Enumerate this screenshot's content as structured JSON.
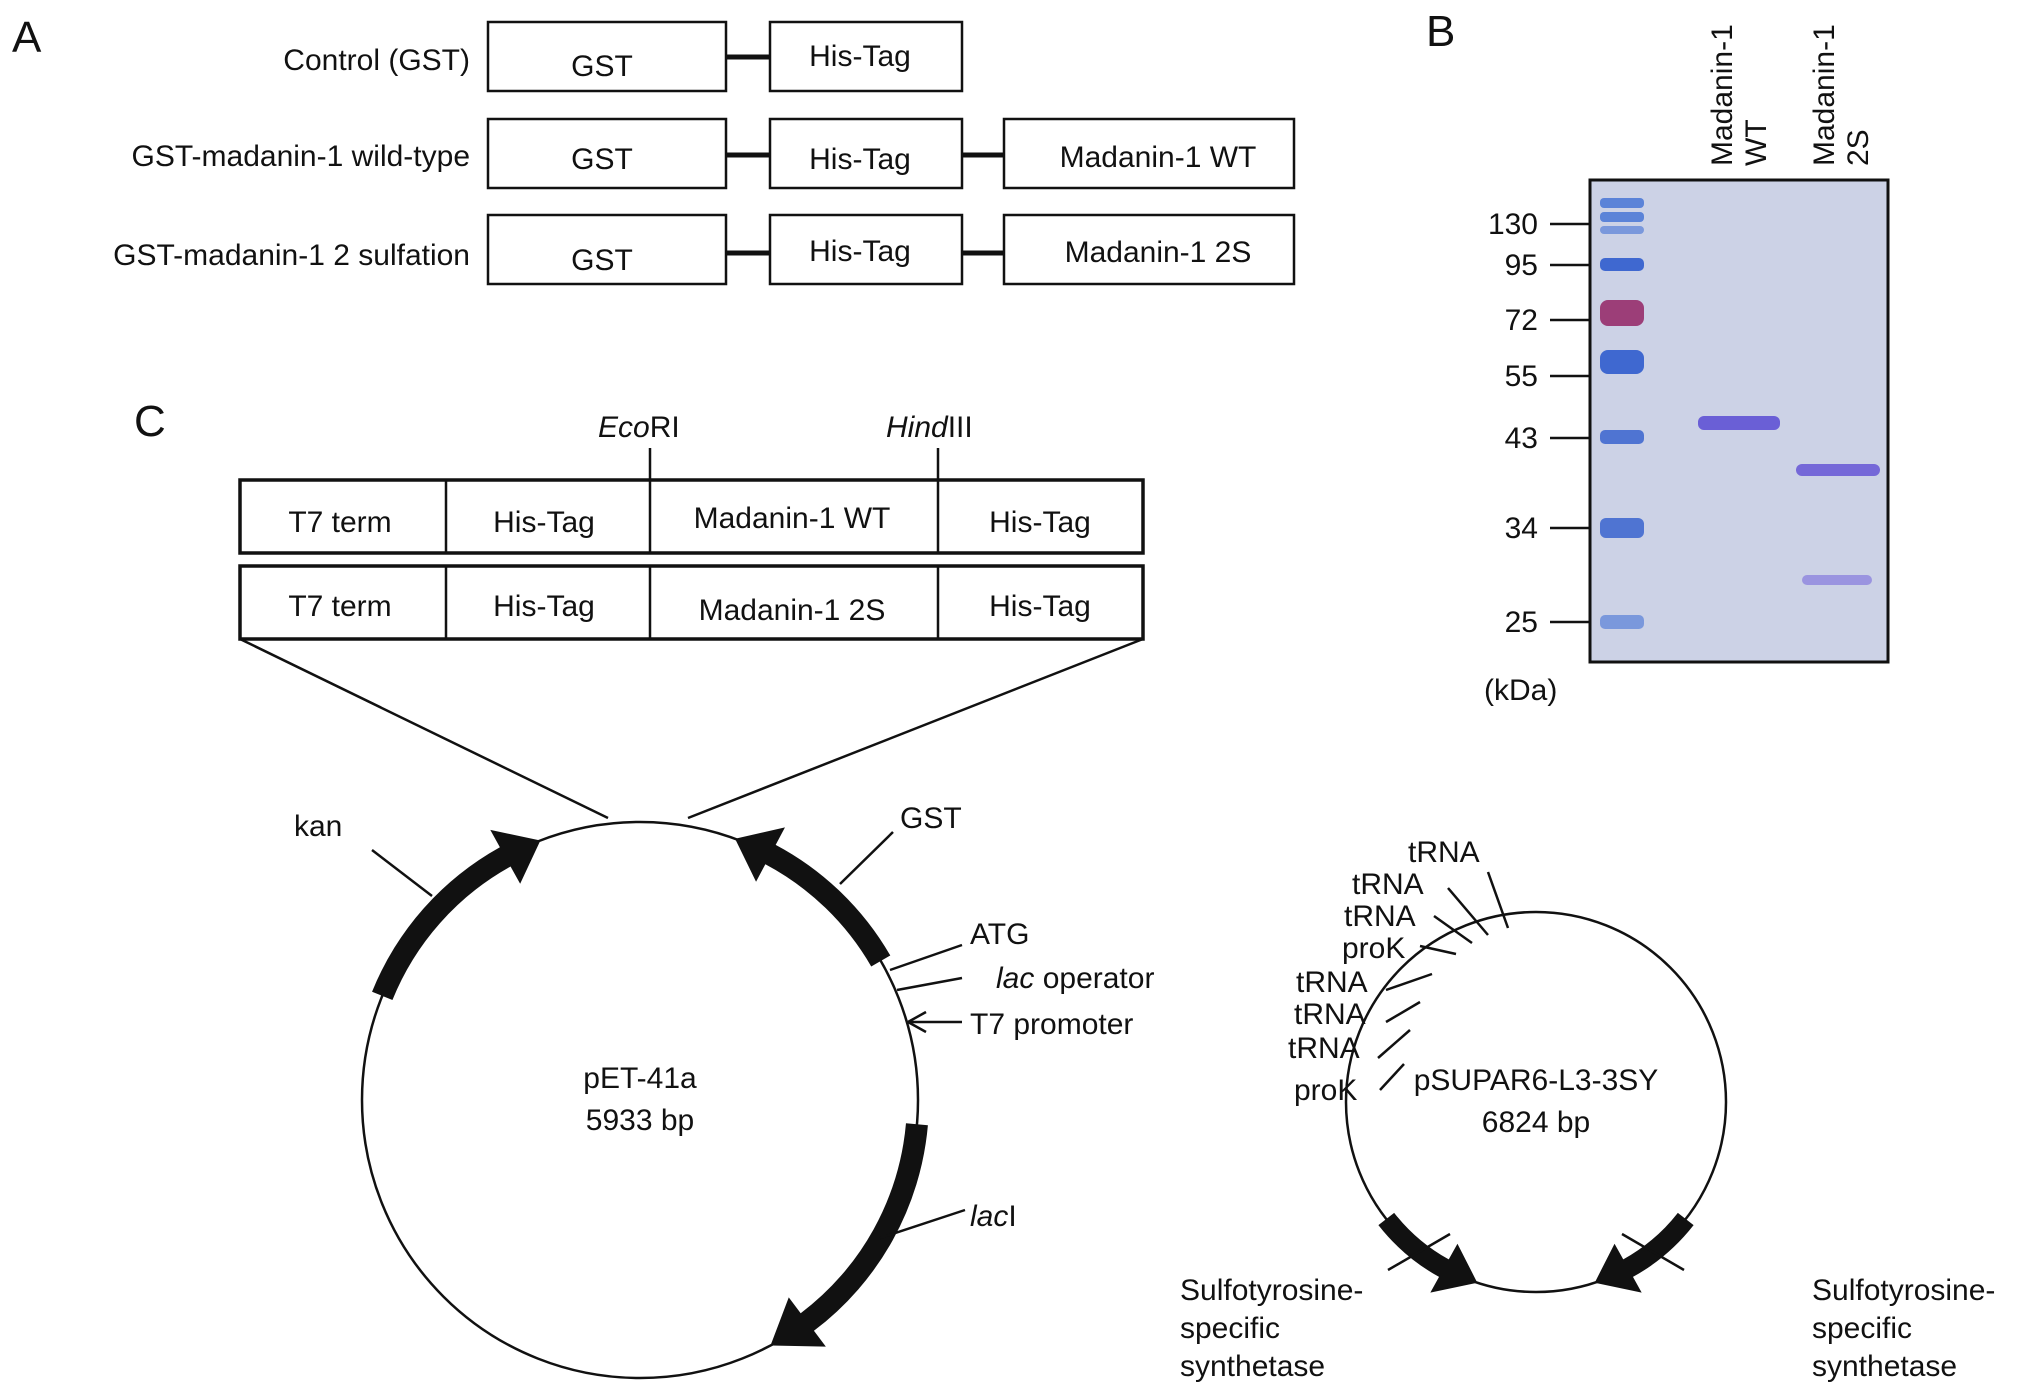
{
  "panels": {
    "a": "A",
    "b": "B",
    "c": "C"
  },
  "panel_a": {
    "rows": [
      {
        "label": "Control (GST)",
        "boxes": [
          "GST",
          "His-Tag"
        ]
      },
      {
        "label": "GST-madanin-1 wild-type",
        "boxes": [
          "GST",
          "His-Tag",
          "Madanin-1 WT"
        ]
      },
      {
        "label": "GST-madanin-1 2 sulfation",
        "boxes": [
          "GST",
          "His-Tag",
          "Madanin-1 2S"
        ]
      }
    ]
  },
  "panel_b": {
    "lanes": [
      {
        "line1": "Madanin-1",
        "line2": "WT"
      },
      {
        "line1": "Madanin-1",
        "line2": "2S"
      }
    ],
    "markers": [
      "130",
      "95",
      "72",
      "55",
      "43",
      "34",
      "25"
    ],
    "unit": "(kDa)",
    "colors": {
      "gel": "#ccd2e6",
      "ladder": "#3f68d0",
      "ladder_accent": "#9c3e78",
      "band": "#6a5fd6"
    }
  },
  "panel_c": {
    "sites": {
      "ecori_italic": "Eco",
      "ecori_rest": "RI",
      "hindiii_italic": "Hind",
      "hindiii_rest": "III"
    },
    "cassette_row1": [
      "T7 term",
      "His-Tag",
      "Madanin-1 WT",
      "His-Tag"
    ],
    "cassette_row2": [
      "T7 term",
      "His-Tag",
      "Madanin-1 2S",
      "His-Tag"
    ],
    "plasmid1": {
      "name": "pET-41a",
      "size": "5933 bp",
      "features": {
        "kan": "kan",
        "gst": "GST",
        "atg": "ATG",
        "lac_operator_italic": "lac",
        "lac_operator_rest": " operator",
        "t7_promoter": "T7 promoter",
        "laci_italic": "lac",
        "laci_rest": "I"
      }
    },
    "plasmid2": {
      "name": "pSUPAR6-L3-3SY",
      "size": "6824 bp",
      "labels": [
        "tRNA",
        "tRNA",
        "tRNA",
        "proK",
        "tRNA",
        "tRNA",
        "tRNA",
        "proK"
      ],
      "synthetase_left": [
        "Sulfotyrosine-",
        "specific",
        "synthetase"
      ],
      "synthetase_right": [
        "Sulfotyrosine-",
        "specific",
        "synthetase"
      ]
    }
  }
}
